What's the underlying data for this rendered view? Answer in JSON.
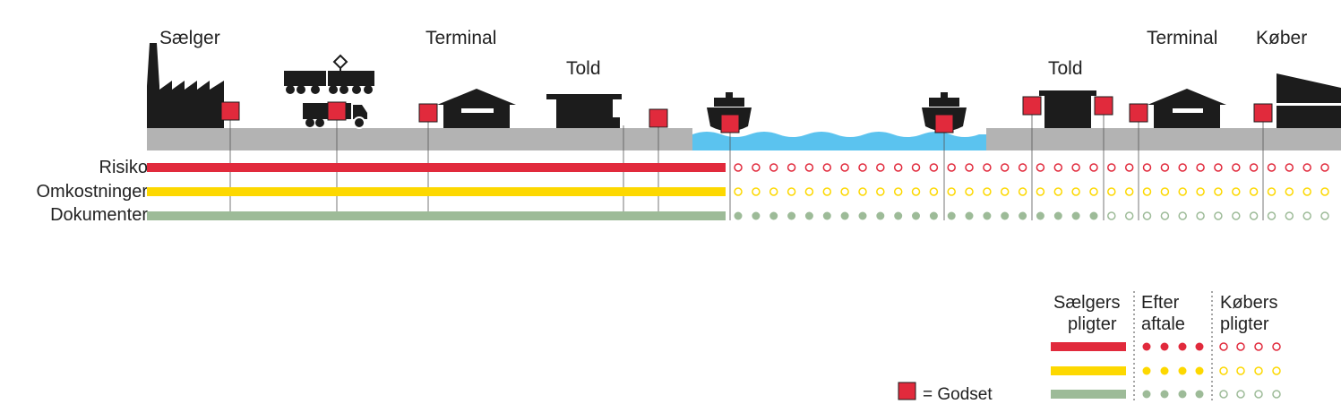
{
  "locations": {
    "seller": "Sælger",
    "terminal_left": "Terminal",
    "customs_left": "Told",
    "customs_right": "Told",
    "terminal_right": "Terminal",
    "buyer": "Køber"
  },
  "rows": {
    "risk": "Risiko",
    "cost": "Omkostninger",
    "documents": "Dokumenter"
  },
  "legend": {
    "seller_duties_1": "Sælgers",
    "seller_duties_2": "pligter",
    "agreement_1": "Efter",
    "agreement_2": "aftale",
    "buyer_duties_1": "Købers",
    "buyer_duties_2": "pligter",
    "goods": "= Godset"
  },
  "colors": {
    "risk": "#e12a3c",
    "cost": "#fdd800",
    "documents": "#9dbb98",
    "ground": "#b3b3b3",
    "water": "#5bc3ef",
    "icon": "#1c1c1c",
    "goods": "#e12a3c"
  }
}
